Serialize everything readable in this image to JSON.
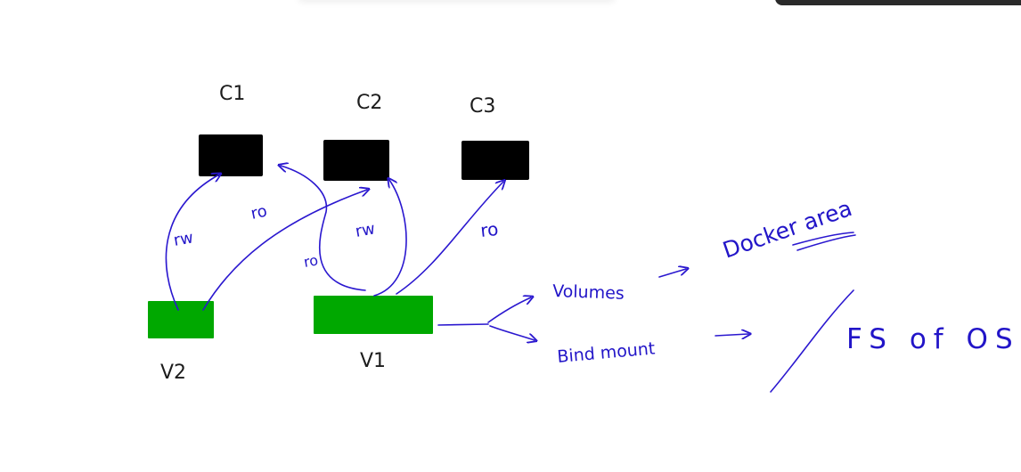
{
  "colors": {
    "container": "#000000",
    "volume": "#00a800",
    "ink": "#2a17cf",
    "label": "#1c1c1c"
  },
  "containers": [
    {
      "label": "C1"
    },
    {
      "label": "C2"
    },
    {
      "label": "C3"
    }
  ],
  "volumes": [
    {
      "label": "V2"
    },
    {
      "label": "V1"
    }
  ],
  "edges": [
    {
      "label": "rw"
    },
    {
      "label": "ro"
    },
    {
      "label": "ro"
    },
    {
      "label": "rw"
    },
    {
      "label": "ro"
    }
  ],
  "notes": {
    "volumes": "Volumes",
    "bind_mount": "Bind mount",
    "docker_area": "Docker area",
    "fs_of_os": "FS of OS"
  }
}
